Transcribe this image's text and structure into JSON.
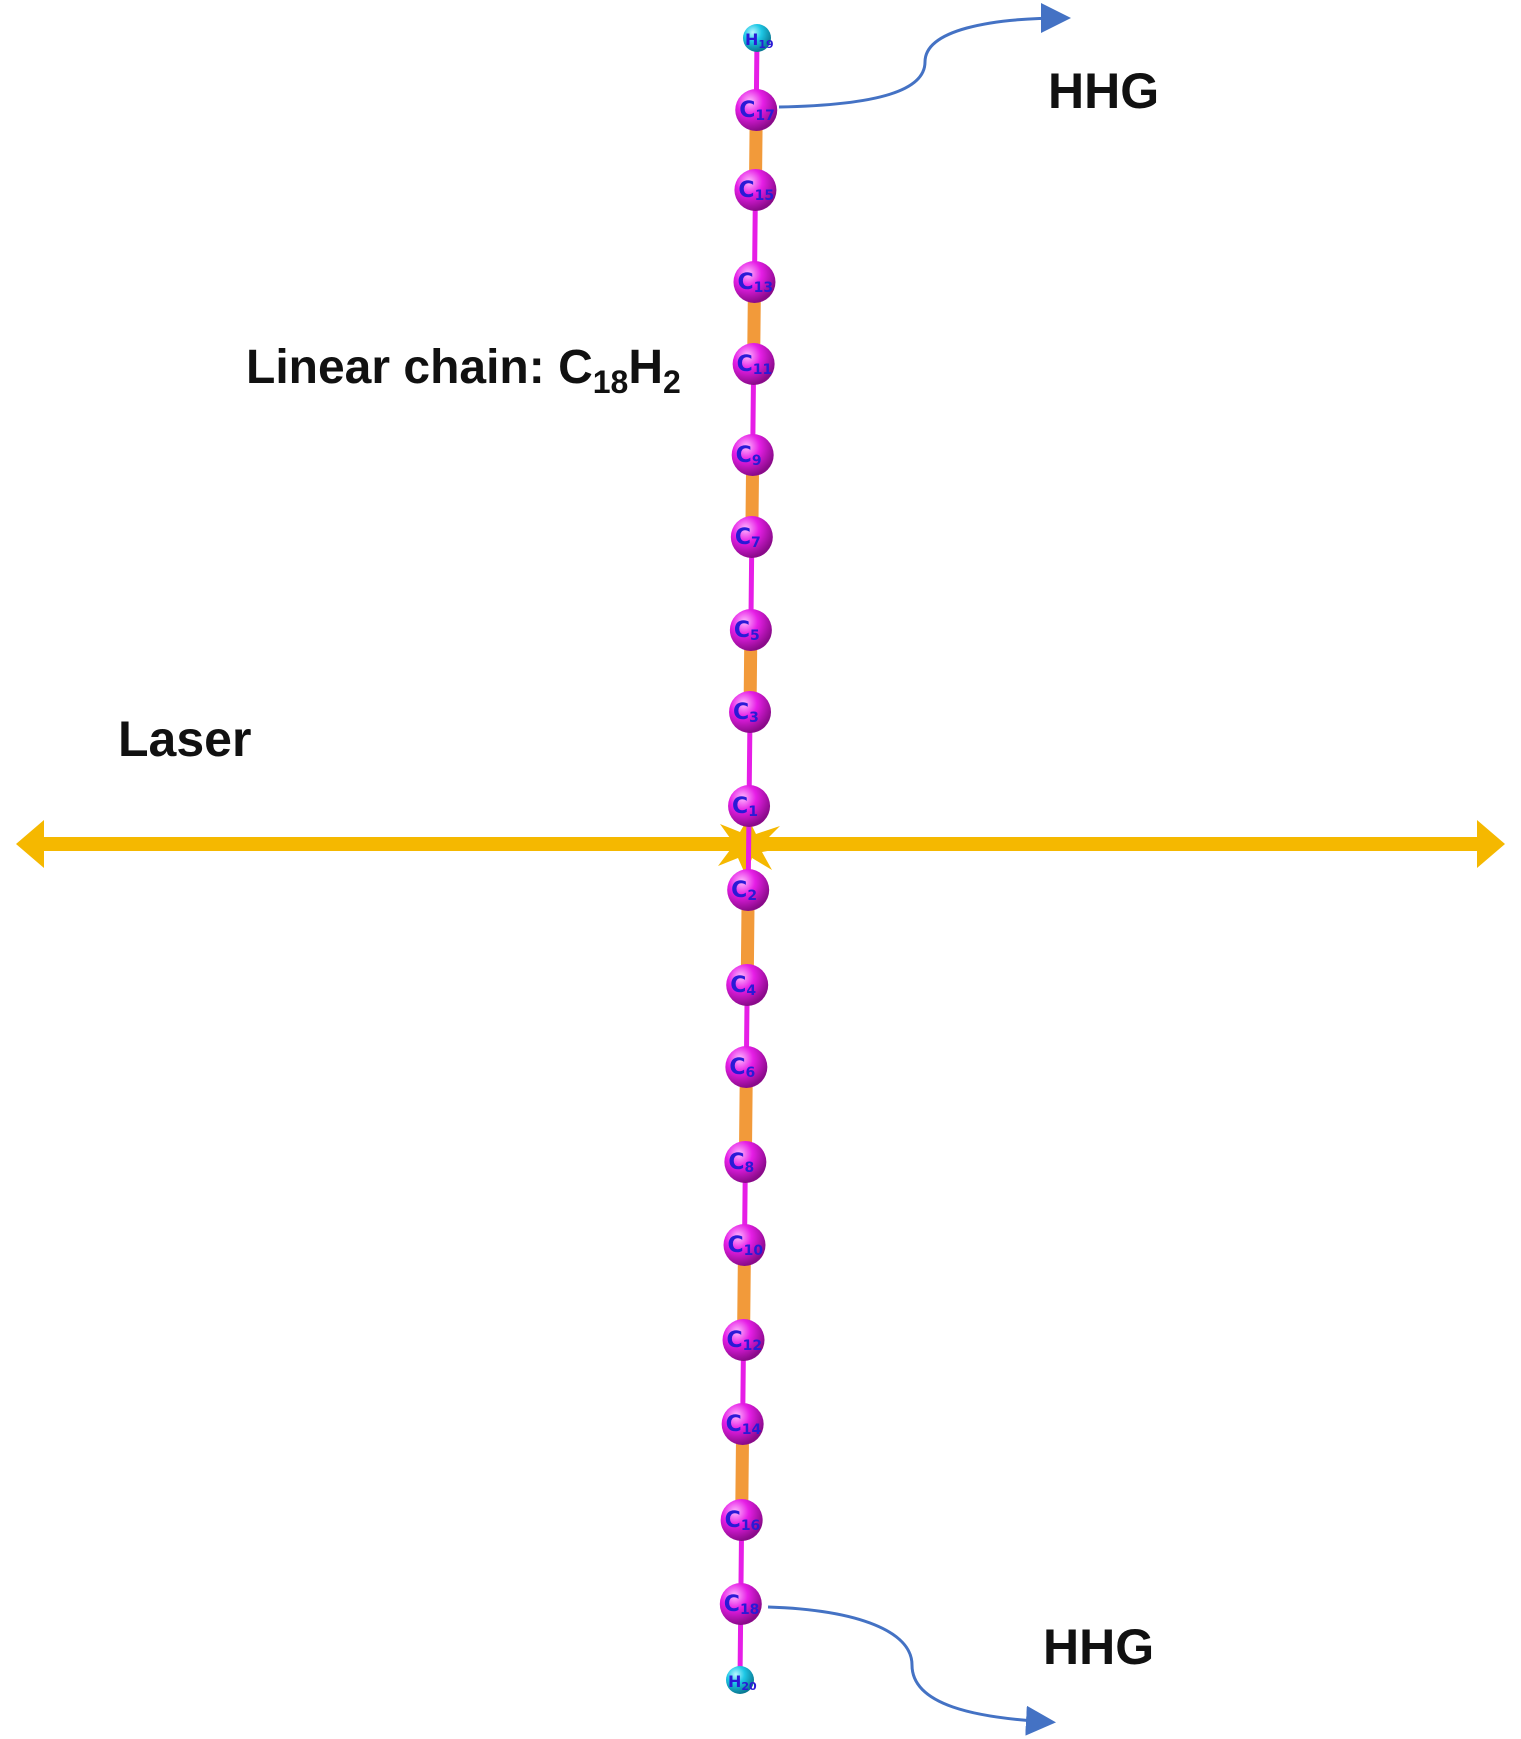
{
  "labels": {
    "hhg_top": "HHG",
    "hhg_bottom": "HHG",
    "laser": "Laser",
    "molecule_prefix": "Linear chain: C",
    "molecule_sub1": "18",
    "molecule_mid": "H",
    "molecule_sub2": "2"
  },
  "colors": {
    "carbon": "#e61ee6",
    "hydrogen": "#1ec8e6",
    "single_bond": "#e61ee6",
    "triple_bond": "#f29a3a",
    "laser": "#f5b800",
    "hhg_arrow": "#4472c4",
    "atom_text": "#2a1ad6"
  },
  "atoms": [
    {
      "element": "H",
      "index": "19"
    },
    {
      "element": "C",
      "index": "17"
    },
    {
      "element": "C",
      "index": "15"
    },
    {
      "element": "C",
      "index": "13"
    },
    {
      "element": "C",
      "index": "11"
    },
    {
      "element": "C",
      "index": "9"
    },
    {
      "element": "C",
      "index": "7"
    },
    {
      "element": "C",
      "index": "5"
    },
    {
      "element": "C",
      "index": "3"
    },
    {
      "element": "C",
      "index": "1"
    },
    {
      "element": "C",
      "index": "2"
    },
    {
      "element": "C",
      "index": "4"
    },
    {
      "element": "C",
      "index": "6"
    },
    {
      "element": "C",
      "index": "8"
    },
    {
      "element": "C",
      "index": "10"
    },
    {
      "element": "C",
      "index": "12"
    },
    {
      "element": "C",
      "index": "14"
    },
    {
      "element": "C",
      "index": "16"
    },
    {
      "element": "C",
      "index": "18"
    },
    {
      "element": "H",
      "index": "20"
    }
  ],
  "bonds": [
    "single",
    "triple",
    "single",
    "triple",
    "single",
    "triple",
    "single",
    "triple",
    "single",
    "single",
    "triple",
    "single",
    "triple",
    "single",
    "triple",
    "single",
    "triple",
    "single",
    "single"
  ]
}
